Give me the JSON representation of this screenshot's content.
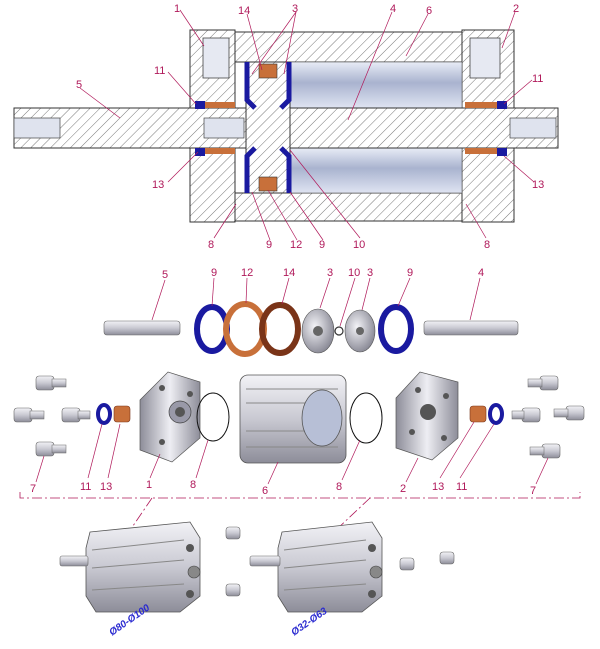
{
  "section_view": {
    "callouts": [
      {
        "id": "c-1",
        "text": "1"
      },
      {
        "id": "c-14",
        "text": "14"
      },
      {
        "id": "c-3",
        "text": "3"
      },
      {
        "id": "c-4",
        "text": "4"
      },
      {
        "id": "c-6",
        "text": "6"
      },
      {
        "id": "c-2",
        "text": "2"
      },
      {
        "id": "c-11-left",
        "text": "11"
      },
      {
        "id": "c-11-right",
        "text": "11"
      },
      {
        "id": "c-5",
        "text": "5"
      },
      {
        "id": "c-13-left",
        "text": "13"
      },
      {
        "id": "c-13-right",
        "text": "13"
      },
      {
        "id": "c-8-left",
        "text": "8"
      },
      {
        "id": "c-9-a",
        "text": "9"
      },
      {
        "id": "c-12",
        "text": "12"
      },
      {
        "id": "c-9-b",
        "text": "9"
      },
      {
        "id": "c-10",
        "text": "10"
      },
      {
        "id": "c-8-right",
        "text": "8"
      }
    ]
  },
  "piston_explode": {
    "callouts": [
      {
        "id": "p-5",
        "text": "5"
      },
      {
        "id": "p-9a",
        "text": "9"
      },
      {
        "id": "p-12",
        "text": "12"
      },
      {
        "id": "p-14",
        "text": "14"
      },
      {
        "id": "p-3a",
        "text": "3"
      },
      {
        "id": "p-10",
        "text": "10"
      },
      {
        "id": "p-3b",
        "text": "3"
      },
      {
        "id": "p-9b",
        "text": "9"
      },
      {
        "id": "p-4",
        "text": "4"
      }
    ]
  },
  "body_explode": {
    "callouts": [
      {
        "id": "b-7l",
        "text": "7"
      },
      {
        "id": "b-11l",
        "text": "11"
      },
      {
        "id": "b-13l",
        "text": "13"
      },
      {
        "id": "b-1",
        "text": "1"
      },
      {
        "id": "b-8l",
        "text": "8"
      },
      {
        "id": "b-6",
        "text": "6"
      },
      {
        "id": "b-8r",
        "text": "8"
      },
      {
        "id": "b-2",
        "text": "2"
      },
      {
        "id": "b-13r",
        "text": "13"
      },
      {
        "id": "b-11r",
        "text": "11"
      },
      {
        "id": "b-7r",
        "text": "7"
      }
    ]
  },
  "variants": {
    "left_label": "Ø80-Ø100",
    "right_label": "Ø32-Ø63"
  },
  "colors": {
    "callout": "#b0195a",
    "seal_blue": "#1a1aa0",
    "bronze": "#c8703a",
    "dimension_text": "#2a2ad0"
  }
}
